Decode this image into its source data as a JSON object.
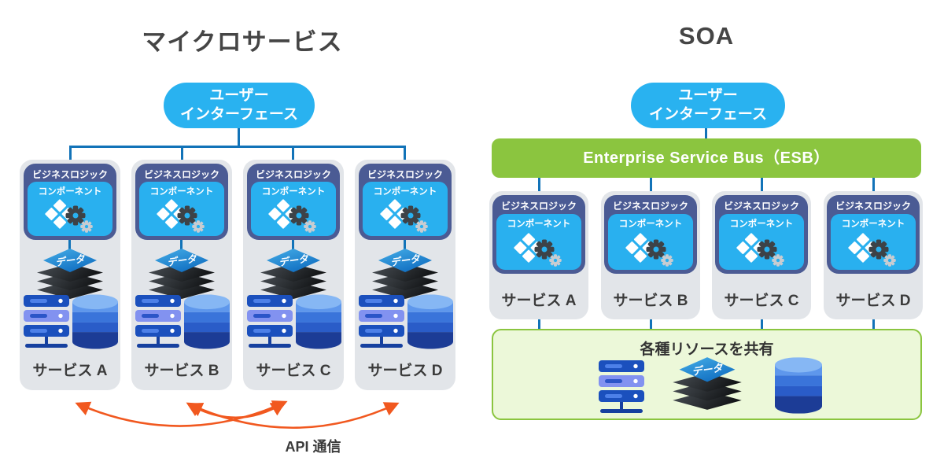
{
  "left": {
    "title": "マイクロサービス",
    "ui": {
      "line1": "ユーザー",
      "line2": "インターフェース"
    },
    "api_label": "API 通信",
    "services": [
      {
        "logic": "ビジネスロジック",
        "component": "コンポーネント",
        "data_badge": "データ",
        "label": "サービス A"
      },
      {
        "logic": "ビジネスロジック",
        "component": "コンポーネント",
        "data_badge": "データ",
        "label": "サービス B"
      },
      {
        "logic": "ビジネスロジック",
        "component": "コンポーネント",
        "data_badge": "データ",
        "label": "サービス C"
      },
      {
        "logic": "ビジネスロジック",
        "component": "コンポーネント",
        "data_badge": "データ",
        "label": "サービス D"
      }
    ]
  },
  "right": {
    "title": "SOA",
    "ui": {
      "line1": "ユーザー",
      "line2": "インターフェース"
    },
    "esb_label": "Enterprise Service Bus（ESB）",
    "services": [
      {
        "logic": "ビジネスロジック",
        "component": "コンポーネント",
        "label": "サービス A"
      },
      {
        "logic": "ビジネスロジック",
        "component": "コンポーネント",
        "label": "サービス B"
      },
      {
        "logic": "ビジネスロジック",
        "component": "コンポーネント",
        "label": "サービス C"
      },
      {
        "logic": "ビジネスロジック",
        "component": "コンポーネント",
        "label": "サービス D"
      }
    ],
    "shared": {
      "title": "各種リソースを共有",
      "data_badge": "データ"
    }
  },
  "colors": {
    "cyan": "#29b2f0",
    "navy": "#4b5b94",
    "container_gray": "#e2e5e9",
    "connector_blue": "#1273b8",
    "esb_green": "#8bc53f",
    "resource_fill": "#ecf8d9",
    "arrow_orange": "#f1581f",
    "title_text": "#454545"
  }
}
